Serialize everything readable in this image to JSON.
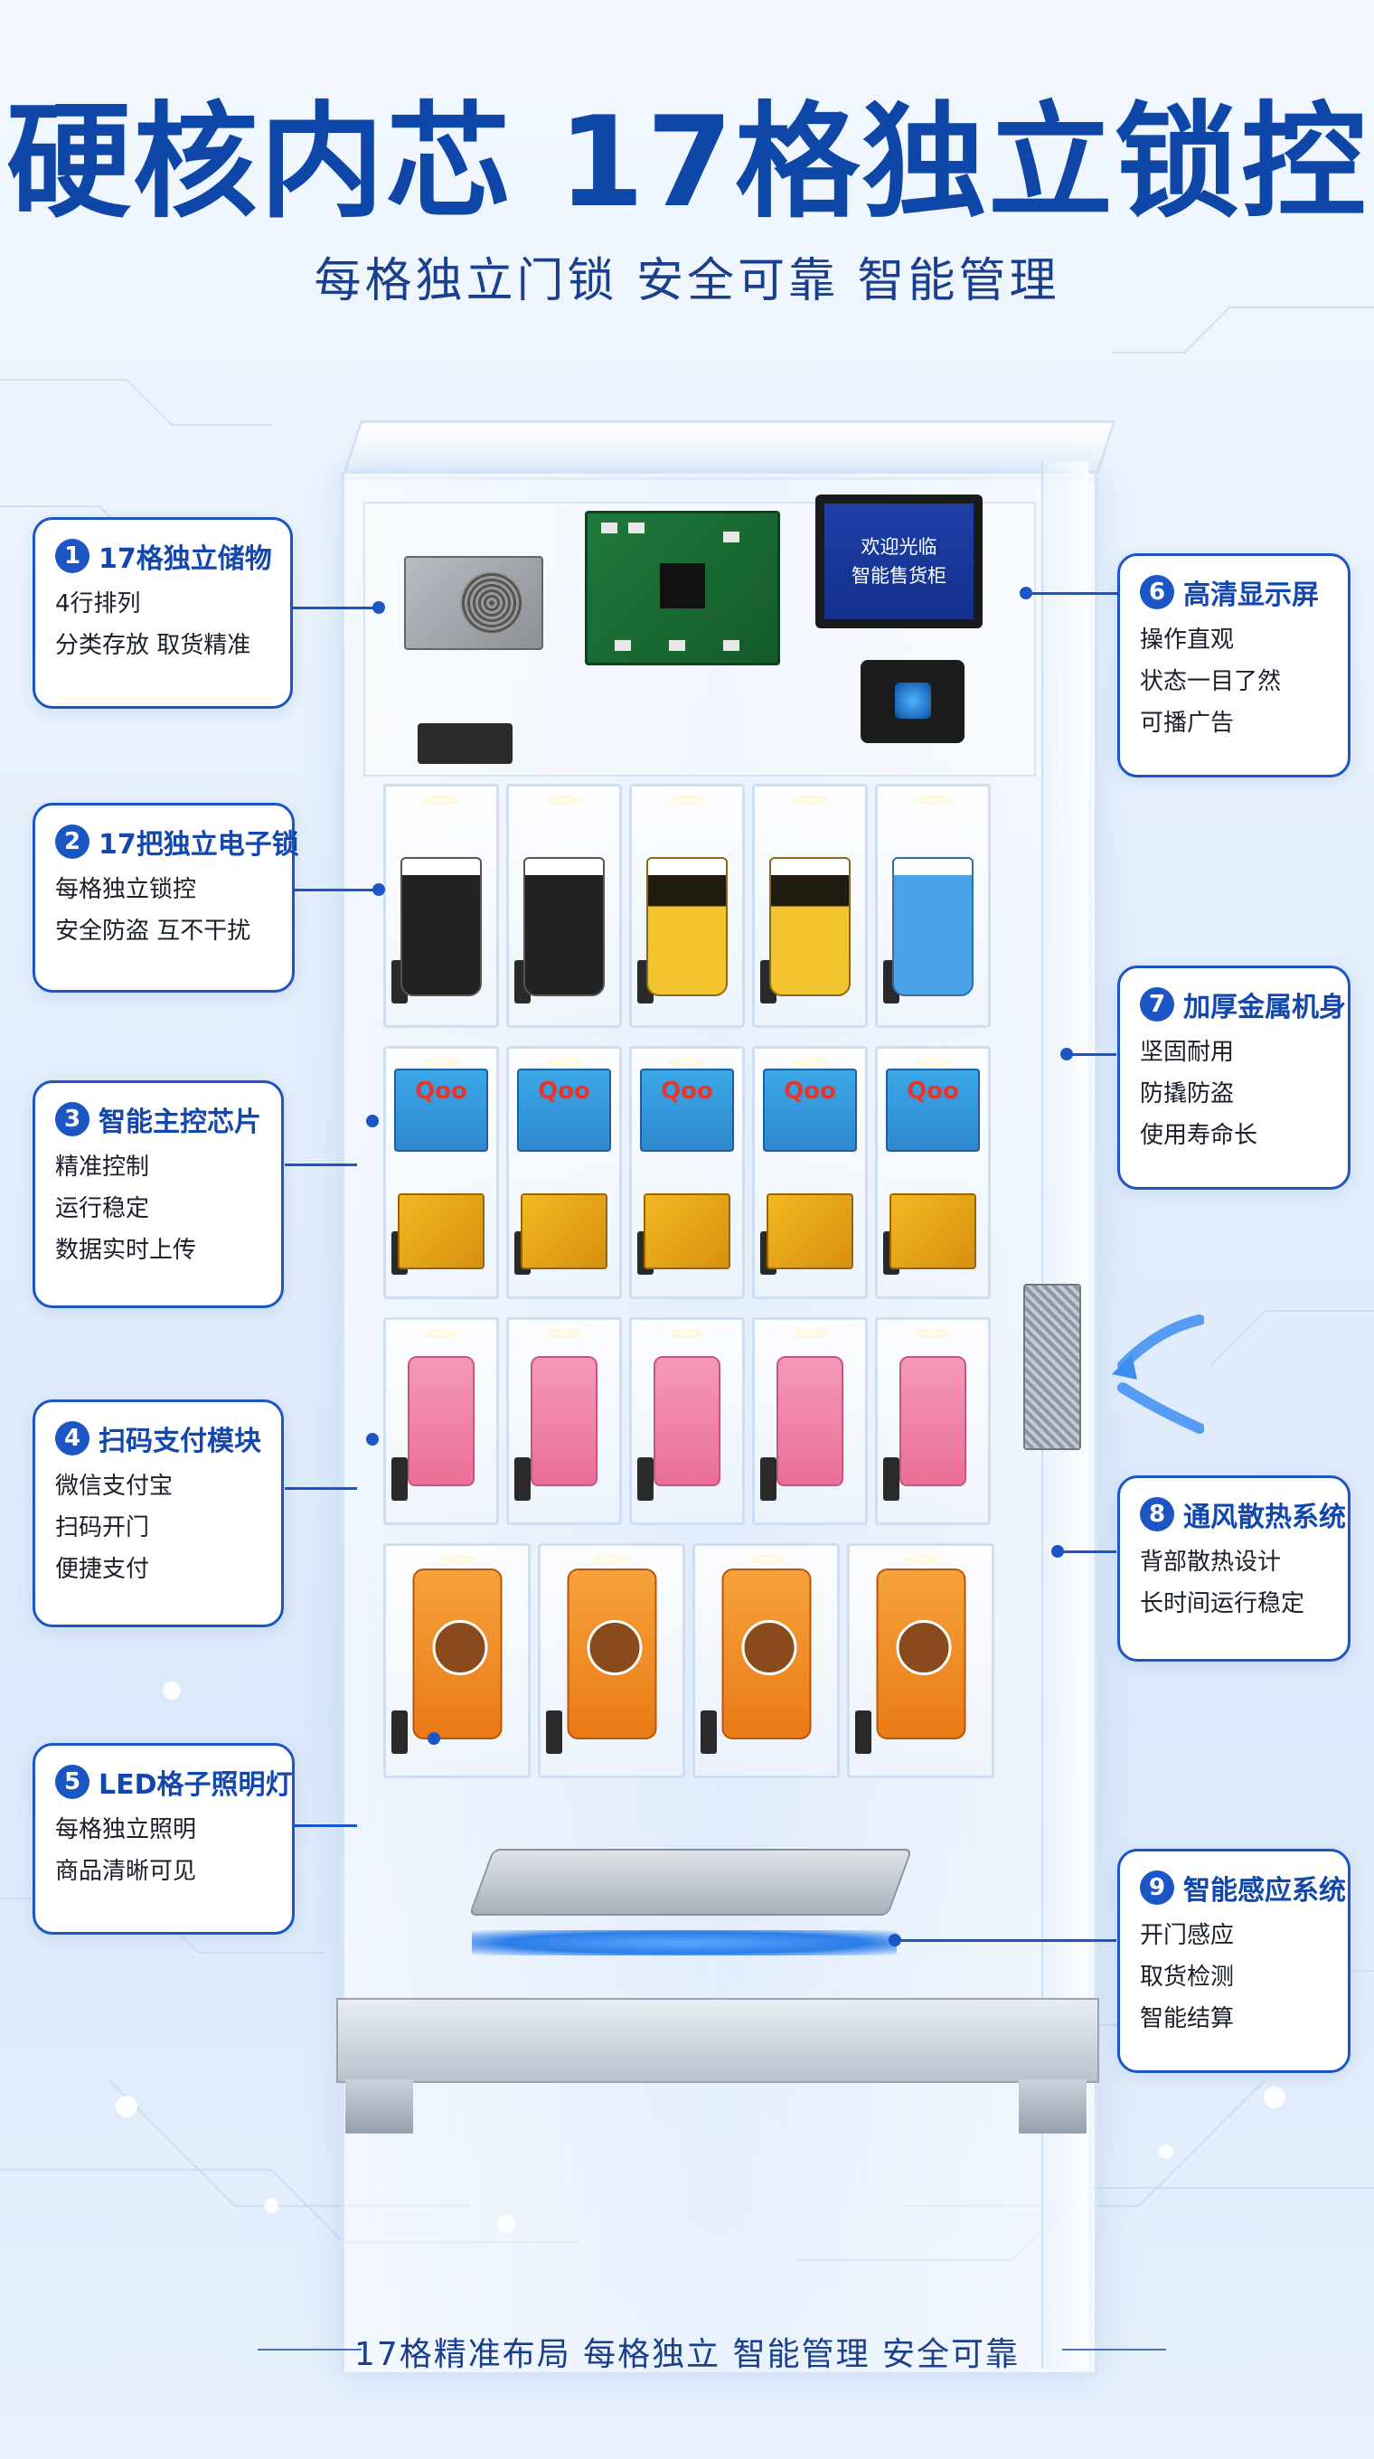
{
  "title": "硬核内芯 17格独立锁控",
  "subtitle": "每格独立门锁 安全可靠 智能管理",
  "screen": {
    "line1": "欢迎光临",
    "line2": "智能售货柜"
  },
  "callouts": [
    {
      "num": "1",
      "title": "17格独立储物",
      "lines": [
        "4行排列",
        "分类存放 取货精准"
      ]
    },
    {
      "num": "2",
      "title": "17把独立电子锁",
      "lines": [
        "每格独立锁控",
        "安全防盗 互不干扰"
      ]
    },
    {
      "num": "3",
      "title": "智能主控芯片",
      "lines": [
        "精准控制",
        "运行稳定",
        "数据实时上传"
      ]
    },
    {
      "num": "4",
      "title": "扫码支付模块",
      "lines": [
        "微信支付宝",
        "扫码开门",
        "便捷支付"
      ]
    },
    {
      "num": "5",
      "title": "LED格子照明灯",
      "lines": [
        "每格独立照明",
        "商品清晰可见"
      ]
    },
    {
      "num": "6",
      "title": "高清显示屏",
      "lines": [
        "操作直观",
        "状态一目了然",
        "可播广告"
      ]
    },
    {
      "num": "7",
      "title": "加厚金属机身",
      "lines": [
        "坚固耐用",
        "防撬防盗",
        "使用寿命长"
      ]
    },
    {
      "num": "8",
      "title": "通风散热系统",
      "lines": [
        "背部散热设计",
        "长时间运行稳定"
      ]
    },
    {
      "num": "9",
      "title": "智能感应系统",
      "lines": [
        "开门感应",
        "取货检测",
        "智能结算"
      ]
    }
  ],
  "footer": "17格精准布局  每格独立  智能管理  安全可靠",
  "colors": {
    "accent": "#1c55c4",
    "title": "#0e47a8"
  }
}
